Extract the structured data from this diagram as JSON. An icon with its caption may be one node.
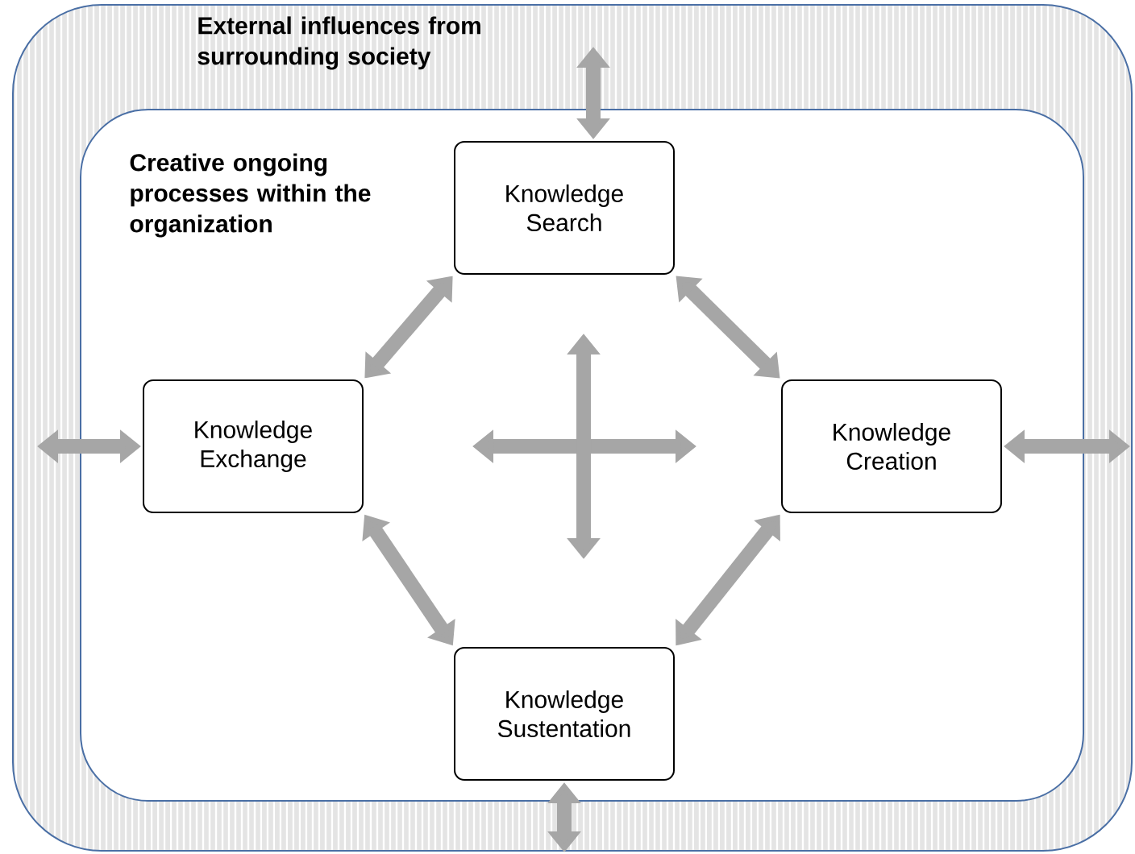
{
  "diagram": {
    "nodes": [
      {
        "text": [
          "External influences from surrounding society"
        ]
      },
      {
        "text": [
          "Creative ongoing processes within the organization"
        ],
        "in": 0
      },
      {
        "text": [
          "Knowledge Search"
        ],
        "in": 1
      },
      {
        "text": [
          "Knowledge Exchange"
        ],
        "in": 1
      },
      {
        "text": [
          "Knowledge Creation"
        ],
        "in": 1
      },
      {
        "text": [
          "Knowledge Sustentation"
        ],
        "in": 1
      }
    ],
    "edges": [
      {
        "from": null,
        "to": 2,
        "arrow": "both"
      },
      {
        "from": 2,
        "to": 3,
        "arrow": "both"
      },
      {
        "from": 2,
        "to": 4,
        "arrow": "both"
      },
      {
        "from": null,
        "to": 3,
        "arrow": "both"
      },
      {
        "from": 4,
        "to": null,
        "arrow": "both"
      },
      {
        "from": 3,
        "to": 5,
        "arrow": "both"
      },
      {
        "from": 4,
        "to": 5,
        "arrow": "both"
      },
      {
        "from": 5,
        "to": null,
        "arrow": "both"
      }
    ]
  }
}
